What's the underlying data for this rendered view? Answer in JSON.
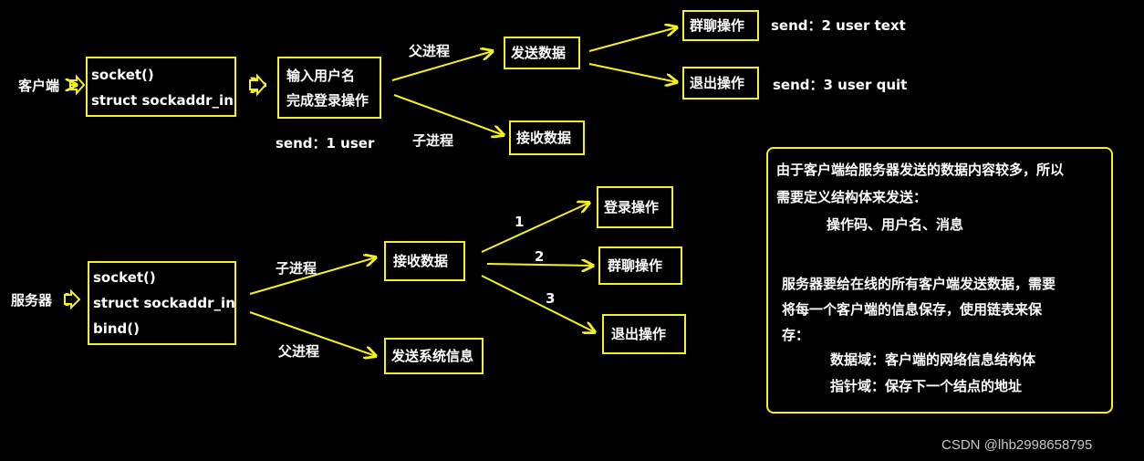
{
  "colors": {
    "accent": "#f5f020",
    "text": "#ffffff",
    "background": "#000000",
    "watermark": "#c8c8c8"
  },
  "client": {
    "label": "客户端",
    "init_lines": [
      "socket()",
      "struct sockaddr_in"
    ],
    "login_lines": [
      "输入用户名",
      "完成登录操作"
    ],
    "login_send": "send：1  user",
    "parent_label": "父进程",
    "child_label": "子进程",
    "send_data": "发送数据",
    "recv_data": "接收数据",
    "group_chat": "群聊操作",
    "group_chat_send": "send：2  user  text",
    "quit": "退出操作",
    "quit_send": "send：3  user  quit"
  },
  "server": {
    "label": "服务器",
    "init_lines": [
      "socket()",
      "struct sockaddr_in",
      "bind()"
    ],
    "child_label": "子进程",
    "parent_label": "父进程",
    "recv_data": "接收数据",
    "send_sys": "发送系统信息",
    "branch_1": "1",
    "branch_2": "2",
    "branch_3": "3",
    "login": "登录操作",
    "group_chat": "群聊操作",
    "quit": "退出操作"
  },
  "note": {
    "lines": [
      "由于客户端给服务器发送的数据内容较多，所以",
      "需要定义结构体来发送：",
      "操作码、用户名、消息",
      "服务器要给在线的所有客户端发送数据，需要",
      "将每一个客户端的信息保存，使用链表来保",
      "存：",
      "数据域：客户端的网络信息结构体",
      "指针域：保存下一个结点的地址"
    ]
  },
  "watermark": "CSDN @lhb2998658795"
}
